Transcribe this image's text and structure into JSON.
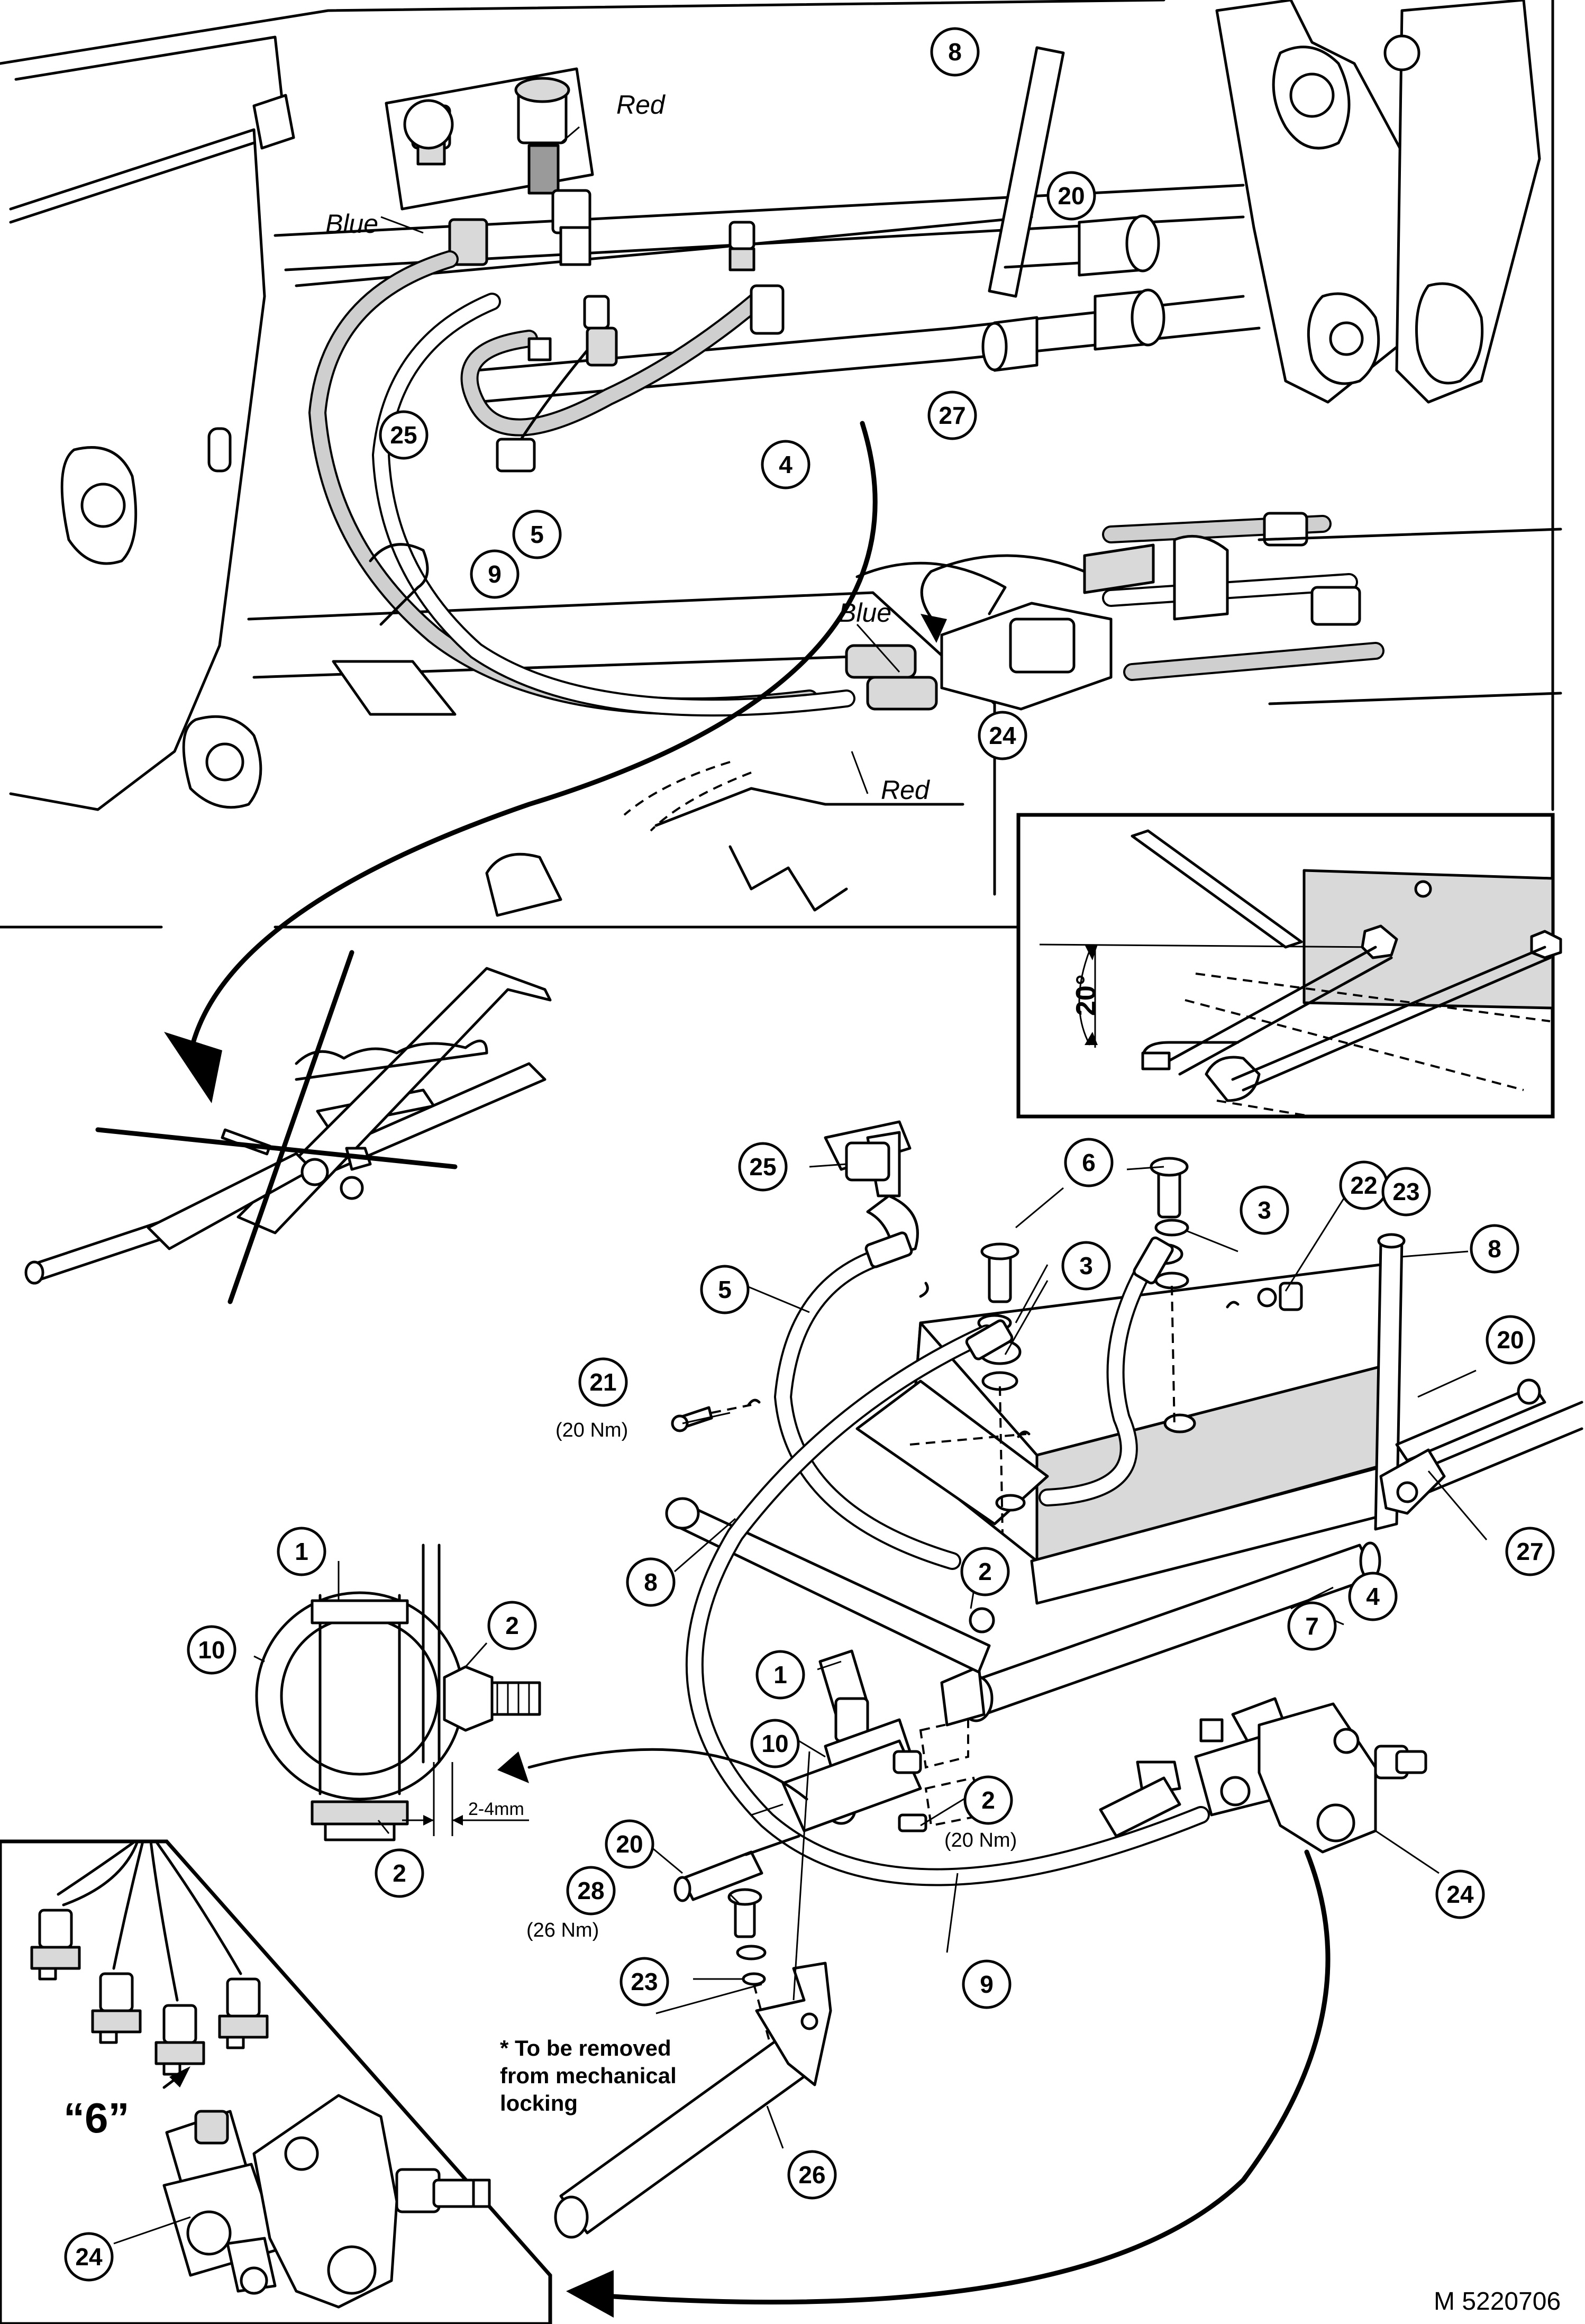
{
  "labels": {
    "red_top": "Red",
    "blue_top": "Blue",
    "blue_mid": "Blue",
    "red_mid": "Red",
    "torque_21": "(20 Nm)",
    "torque_2": "(20 Nm)",
    "torque_28": "(26 Nm)",
    "gap": "2-4mm",
    "angle": "20°",
    "removal_note": [
      "* To be removed",
      "from mechanical",
      "locking"
    ],
    "six_label": "“6”",
    "ref_code": "M 5220706"
  },
  "callouts": [
    "1",
    "2",
    "3",
    "4",
    "5",
    "6",
    "7",
    "8",
    "9",
    "10",
    "20",
    "21",
    "22",
    "23",
    "24",
    "25",
    "26",
    "27",
    "28"
  ],
  "callout_instances": {
    "c8a": "8",
    "c20a": "20",
    "c25a": "25",
    "c4a": "4",
    "c27a": "27",
    "c5a": "5",
    "c9a": "9",
    "c24a": "24",
    "c25b": "25",
    "c6b": "6",
    "c3b1": "3",
    "c3b2": "3",
    "c22b": "22",
    "c23b": "23",
    "c8b": "8",
    "c5b": "5",
    "c21b": "21",
    "c20b": "20",
    "c27b": "27",
    "c8c": "8",
    "c2b": "2",
    "c4b": "4",
    "c7b": "7",
    "c1b": "1",
    "c10b": "10",
    "c2c": "2",
    "c20c": "20",
    "c28b": "28",
    "c23c": "23",
    "c24b": "24",
    "c9b": "9",
    "c26b": "26",
    "c1a": "1",
    "c10a": "10",
    "c2d": "2",
    "c2e": "2",
    "c24c": "24"
  }
}
